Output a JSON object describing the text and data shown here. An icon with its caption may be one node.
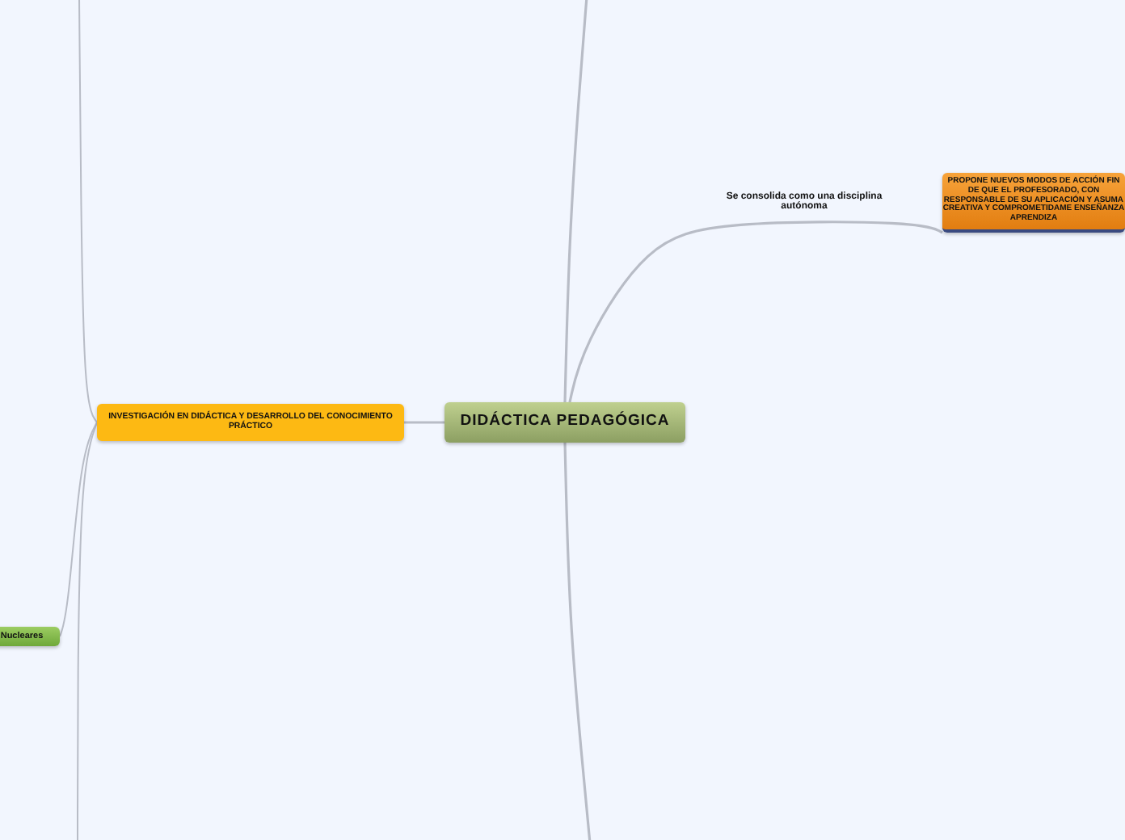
{
  "diagram": {
    "nodes": [
      {
        "text": [
          "DIDÁCTICA PEDAGÓGICA"
        ]
      },
      {
        "text": [
          "INVESTIGACIÓN EN DIDÁCTICA Y DESARROLLO DEL CONOCIMIENTO PRÁCTICO"
        ]
      },
      {
        "text": [
          "PROPONE NUEVOS MODOS DE ACCIÓN FIN DE QUE EL PROFESORADO, CON RESPONSABLE DE SU APLICACIÓN Y ASUMA CREATIVA Y COMPROMETIDAME ENSEÑANZA APRENDIZA"
        ]
      },
      {
        "text": [
          "Nucleares"
        ]
      }
    ],
    "edges": [
      {
        "from": 0,
        "to": 1,
        "arrow": "none"
      },
      {
        "from": 0,
        "to": 2,
        "arrow": "none",
        "label": "Se consolida como una disciplina autónoma"
      },
      {
        "from": 0,
        "to": null,
        "arrow": "none"
      },
      {
        "from": 0,
        "to": null,
        "arrow": "none"
      },
      {
        "from": 1,
        "to": null,
        "arrow": "none"
      },
      {
        "from": 1,
        "to": 3,
        "arrow": "none"
      },
      {
        "from": 1,
        "to": null,
        "arrow": "none"
      }
    ]
  }
}
